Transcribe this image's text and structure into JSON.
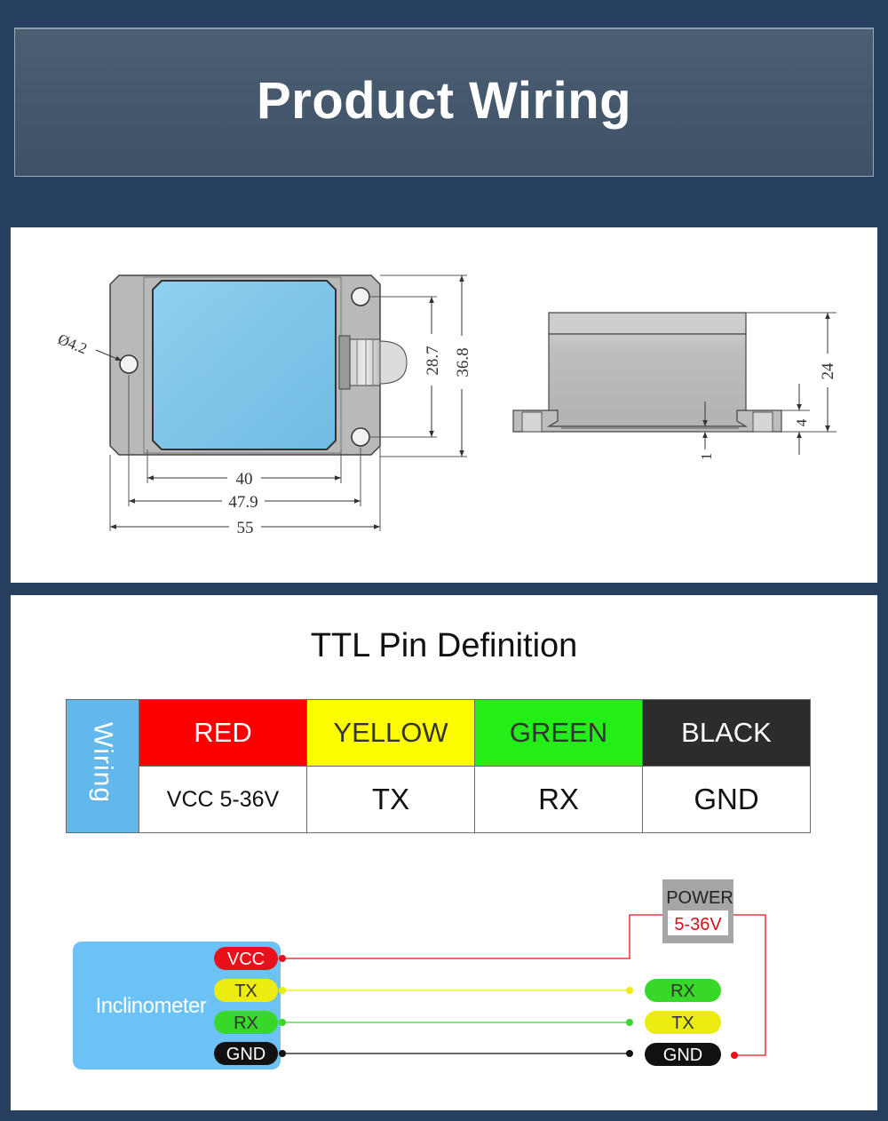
{
  "header": {
    "title": "Product Wiring"
  },
  "drawing": {
    "hole_diameter": "Ø4.2",
    "dim_width_inner": "40",
    "dim_hole_spacing_x": "47.9",
    "dim_width_total": "55",
    "dim_hole_spacing_y": "28.7",
    "dim_height_total": "36.8",
    "dim_side_height": "24",
    "dim_flange_height": "4",
    "dim_base_gap": "1"
  },
  "ttl": {
    "title": "TTL Pin Definition",
    "side_label": "Wiring",
    "columns": [
      {
        "color_name": "RED",
        "signal": "VCC 5-36V",
        "bg": "#fb0000"
      },
      {
        "color_name": "YELLOW",
        "signal": "TX",
        "bg": "#fdfd00"
      },
      {
        "color_name": "GREEN",
        "signal": "RX",
        "bg": "#24ee18"
      },
      {
        "color_name": "BLACK",
        "signal": "GND",
        "bg": "#2c2c2c"
      }
    ]
  },
  "wiring": {
    "device_label": "Inclinometer",
    "power_label": "POWER",
    "power_range": "5-36V",
    "device_pins": [
      "VCC",
      "TX",
      "RX",
      "GND"
    ],
    "host_pins": [
      "RX",
      "TX",
      "GND"
    ],
    "colors": {
      "vcc": "#e8101a",
      "tx": "#ecec10",
      "rx": "#37d82a",
      "gnd": "#111111",
      "device_bg": "#6cc2f4"
    }
  }
}
